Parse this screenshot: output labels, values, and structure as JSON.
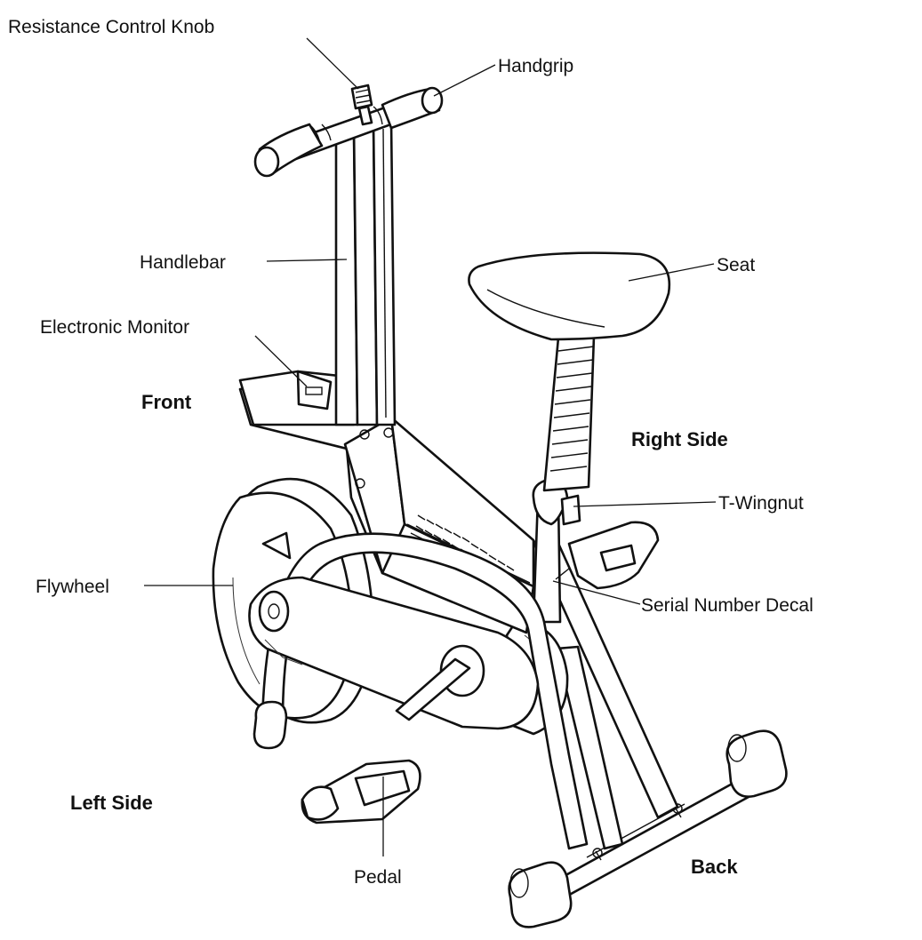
{
  "labels": {
    "resistance_control_knob": "Resistance Control Knob",
    "handgrip": "Handgrip",
    "handlebar": "Handlebar",
    "seat": "Seat",
    "electronic_monitor": "Electronic Monitor",
    "t_wingnut": "T-Wingnut",
    "flywheel": "Flywheel",
    "serial_number_decal": "Serial Number Decal",
    "pedal": "Pedal"
  },
  "directions": {
    "front": "Front",
    "right_side": "Right Side",
    "left_side": "Left Side",
    "back": "Back"
  },
  "colors": {
    "ink": "#111111",
    "paper": "#ffffff"
  }
}
